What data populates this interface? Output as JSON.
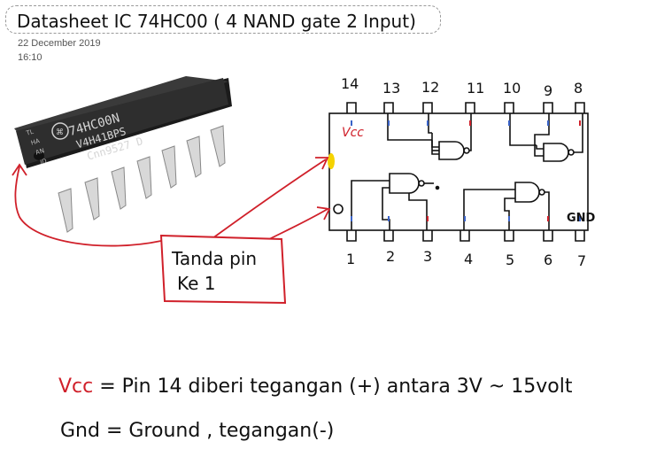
{
  "note": {
    "title": "Datasheet IC 74HC00  ( 4 NAND gate 2 Input)",
    "date": "22 December 2019",
    "time": "16:10"
  },
  "chip_photo": {
    "marking_lines": [
      "74HC00N",
      "V4H41BPS",
      "Cnn9527  D"
    ],
    "logo_side_text": [
      "TL",
      "HA",
      "AN",
      "ID"
    ]
  },
  "diagram": {
    "top_pins": [
      "14",
      "13",
      "12",
      "11",
      "10",
      "9",
      "8"
    ],
    "bottom_pins": [
      "1",
      "2",
      "3",
      "4",
      "5",
      "6",
      "7"
    ],
    "vcc_label": "Vcc",
    "gnd_label": "GND"
  },
  "annotation": {
    "line1": "Tanda pin",
    "line2": "Ke 1"
  },
  "legend": {
    "vcc_term": "Vcc",
    "vcc_desc": " =  Pin 14 diberi tegangan (+) antara 3V ~ 15volt",
    "gnd_term": "Gnd",
    "gnd_desc": " =  Ground , tegangan(-)"
  },
  "colors": {
    "annotation_red": "#d0202a",
    "pin_blue": "#3a63c8",
    "pin_red": "#d0202a",
    "chip_body": "#2a2a2a",
    "ink": "#111111"
  }
}
